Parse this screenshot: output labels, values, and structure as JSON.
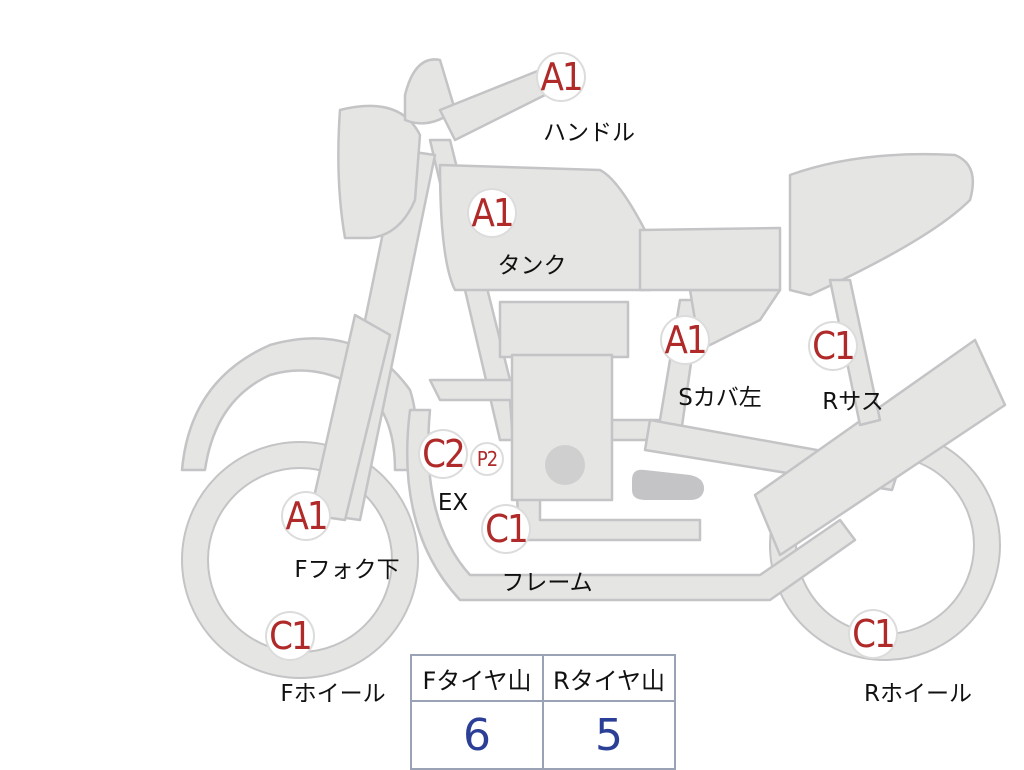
{
  "parts": [
    {
      "id": "handle",
      "grade": "A1",
      "label": "ハンドル"
    },
    {
      "id": "tank",
      "grade": "A1",
      "label": "タンク"
    },
    {
      "id": "side_cover",
      "grade": "A1",
      "label": "Sカバ左"
    },
    {
      "id": "r_sus",
      "grade": "C1",
      "label": "Rサス"
    },
    {
      "id": "exhaust",
      "grade": "C2",
      "label": "EX"
    },
    {
      "id": "exhaust_p",
      "grade": "P2",
      "label": ""
    },
    {
      "id": "f_fork",
      "grade": "A1",
      "label": "Fフォク下"
    },
    {
      "id": "frame",
      "grade": "C1",
      "label": "フレーム"
    },
    {
      "id": "f_wheel",
      "grade": "C1",
      "label": "Fホイール"
    },
    {
      "id": "r_wheel",
      "grade": "C1",
      "label": "Rホイール"
    }
  ],
  "tires": {
    "headers": [
      "Fタイヤ山",
      "Rタイヤ山"
    ],
    "values": [
      "6",
      "5"
    ]
  },
  "colors": {
    "grade": "#b02a2a",
    "tire_value": "#2b3f97",
    "bike": "#e5e5e3"
  }
}
